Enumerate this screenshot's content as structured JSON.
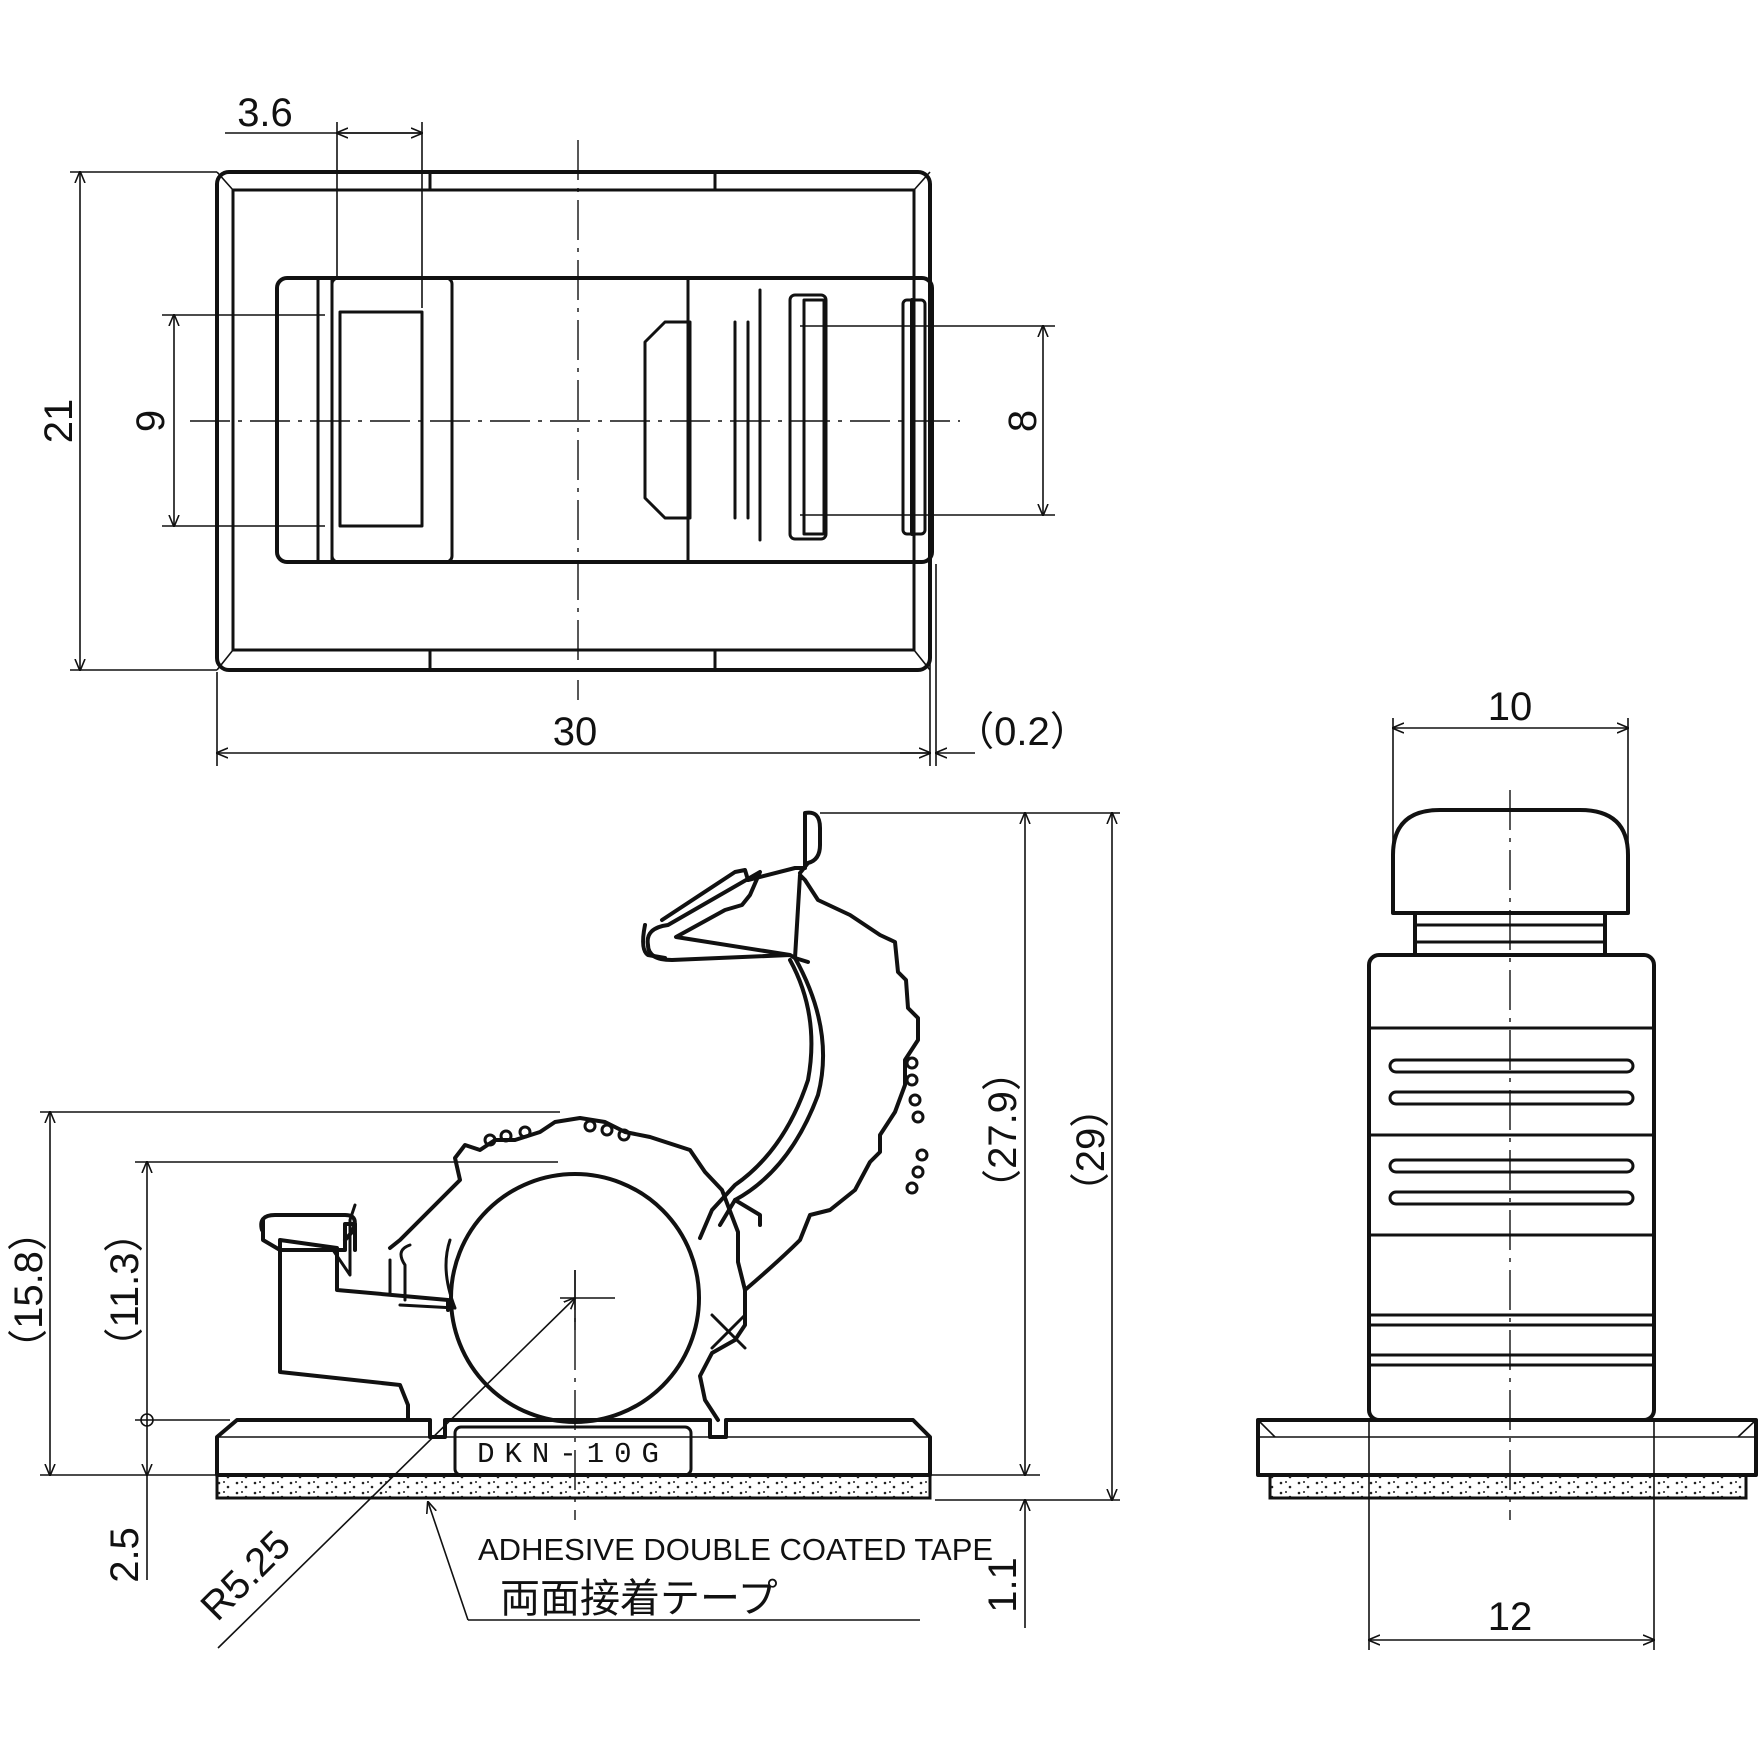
{
  "part_number": "DKN-10G",
  "tape_caption": {
    "en": "ADHESIVE DOUBLE COATED TAPE",
    "ja": "両面接着テープ"
  },
  "dims": {
    "top_small_width": "3.6",
    "overall_height": "21",
    "slot_height": "9",
    "clip_opening": "8",
    "overall_length": "30",
    "offset": "（0.2）",
    "side_top_width": "10",
    "side_base_width": "12",
    "height_27_9": "（27.9）",
    "height_29": "（29）",
    "height_15_8": "（15.8）",
    "height_11_3": "（11.3）",
    "base_thickness": "2.5",
    "tape_thickness": "1.1",
    "radius": "R5.25"
  }
}
